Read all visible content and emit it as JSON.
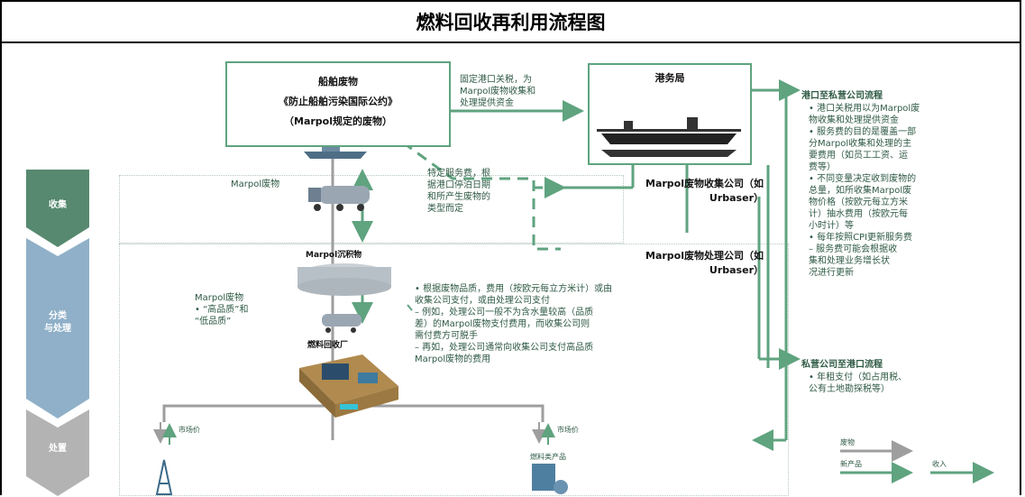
{
  "title": "燃料回收再利用流程图",
  "stages": {
    "collect": "收集",
    "sort": "分类\n与处理",
    "dispose": "处置"
  },
  "ship_waste_box": {
    "line1": "船舶废物",
    "line2": "《防止船舶污染国际公约》",
    "line3": "（Marpol规定的废物）"
  },
  "port_fee_note": "固定港口关税，为\nMarpol废物收集和\n处理提供资金",
  "port_authority": "港务局",
  "marpol_waste_label": "Marpol废物",
  "service_fee_note": "特定服务费，根\n据港口停泊日期\n和所产生废物的\n类型而定",
  "collection_company": "Marpol废物收集公司（如\nUrbaser）",
  "sediment_label": "Marpol沉积物",
  "treatment_company": "Marpol废物处理公司（如\nUrbaser）",
  "quality_label": "Marpol废物\n•  “高品质”和\n   “低品质”",
  "fuel_plant_label": "燃料回收厂",
  "treatment_fee_notes": "•  根据废物品质，费用（按欧元每立方米计）或由\n   收集公司支付，或由处理公司支付\n   –  例如，处理公司一般不为含水量较高（品质\n      差）的Marpol废物支付费用，而收集公司则\n      需付费方可脱手\n   –  再如，处理公司通常向收集公司支付高品质\n      Marpol废物的费用",
  "port_to_private": {
    "heading": "港口至私营公司流程",
    "bullets": "•  港口关税用以为Marpol废\n   物收集和处理提供资金\n•  服务费的目的是覆盖一部\n   分Marpol收集和处理的主\n   要费用（如员工工资、运\n   费等）\n•  不同变量决定收到废物的\n   总量，如所收集Marpol废\n   物价格（按欧元每立方米\n   计）抽水费用（按欧元每\n   小时计）等\n•  每年按照CPI更新服务费\n   –  服务费可能会根据收\n      集和处理业务增长状\n      况进行更新"
  },
  "private_to_port": {
    "heading": "私营公司至港口流程",
    "bullets": "•  年租支付（如占用税、\n   公有土地勘探税等）"
  },
  "market_price_left": "市场价",
  "market_price_right": "市场价",
  "fuel_product_label": "燃料类产品",
  "legend": {
    "waste": "废物",
    "new_product": "新产品",
    "income": "收入"
  },
  "colors": {
    "flow_green": "#5fa37f",
    "waste_gray": "#9e9e9e",
    "stage_collect": "#56896f",
    "stage_sort": "#8fb0c8",
    "stage_dispose": "#b3b3b3"
  }
}
